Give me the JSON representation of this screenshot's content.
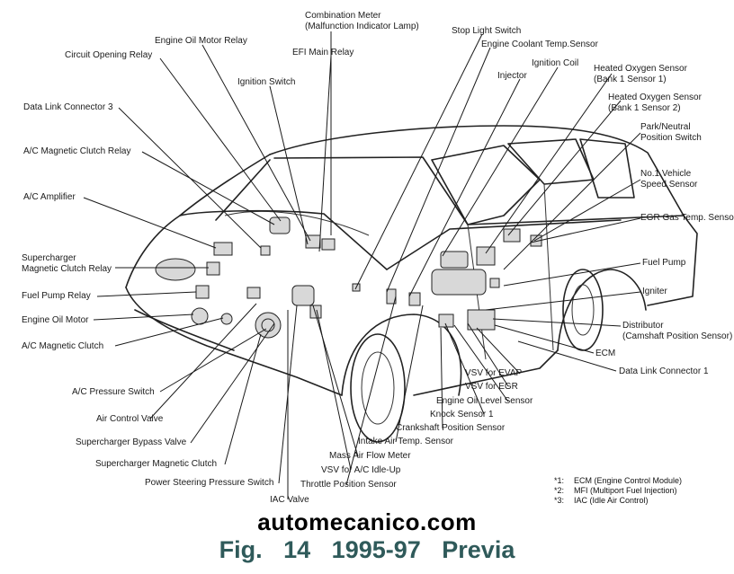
{
  "labels": {
    "combination_meter": "Combination Meter",
    "combination_meter_sub": "(Malfunction Indicator Lamp)",
    "stop_light_switch": "Stop Light Switch",
    "engine_oil_motor_relay": "Engine Oil Motor Relay",
    "efi_main_relay": "EFI Main Relay",
    "engine_coolant_temp_sensor": "Engine Coolant Temp.Sensor",
    "circuit_opening_relay": "Circuit Opening Relay",
    "ignition_coil": "Ignition Coil",
    "heated_oxygen_sensor_b1s1": "Heated Oxygen Sensor",
    "heated_oxygen_sensor_b1s1_sub": "(Bank 1 Sensor 1)",
    "injector": "Injector",
    "ignition_switch": "Ignition Switch",
    "heated_oxygen_sensor_b1s2": "Heated Oxygen Sensor",
    "heated_oxygen_sensor_b1s2_sub": "(Bank 1 Sensor 2)",
    "data_link_connector_3": "Data Link Connector 3",
    "park_neutral_switch": "Park/Neutral",
    "park_neutral_switch_sub": "Position Switch",
    "ac_magnetic_clutch_relay": "A/C Magnetic Clutch Relay",
    "no1_vehicle_speed_sensor": "No.1 Vehicle",
    "no1_vehicle_speed_sensor_sub": "Speed Sensor",
    "ac_amplifier": "A/C Amplifier",
    "egr_gas_temp_sensor": "EGR Gas Temp. Sensor",
    "supercharger_magnetic_clutch_relay": "Supercharger",
    "supercharger_magnetic_clutch_relay_sub": "Magnetic Clutch Relay",
    "fuel_pump": "Fuel Pump",
    "fuel_pump_relay": "Fuel Pump Relay",
    "igniter": "Igniter",
    "engine_oil_motor": "Engine Oil Motor",
    "distributor": "Distributor",
    "distributor_sub": "(Camshaft Position Sensor)",
    "ac_magnetic_clutch": "A/C Magnetic Clutch",
    "ecm": "ECM",
    "data_link_connector_1": "Data Link Connector 1",
    "vsv_for_evap": "VSV for EVAP",
    "vsv_for_egr": "VSV for EGR",
    "ac_pressure_switch": "A/C Pressure Switch",
    "engine_oil_level_sensor": "Engine Oil Level Sensor",
    "knock_sensor_1": "Knock Sensor 1",
    "air_control_valve": "Air Control Valve",
    "crankshaft_position_sensor": "Crankshaft Position Sensor",
    "intake_air_temp_sensor": "Intake Air Temp. Sensor",
    "supercharger_bypass_valve": "Supercharger Bypass Valve",
    "mass_air_flow_meter": "Mass Air Flow Meter",
    "supercharger_magnetic_clutch": "Supercharger Magnetic Clutch",
    "vsv_for_ac_idle_up": "VSV for A/C Idle-Up",
    "power_steering_pressure_switch": "Power Steering Pressure Switch",
    "throttle_position_sensor": "Throttle Position Sensor",
    "iac_valve": "IAC Valve"
  },
  "legend": [
    {
      "marker": "*1:",
      "text": "ECM (Engine Control Module)"
    },
    {
      "marker": "*2:",
      "text": "MFI (Multiport Fuel Injection)"
    },
    {
      "marker": "*3:",
      "text": "IAC (Idle Air Control)"
    }
  ],
  "footer": {
    "website": "automecanico.com",
    "caption": "Fig. 14   1995-97 Previa"
  }
}
